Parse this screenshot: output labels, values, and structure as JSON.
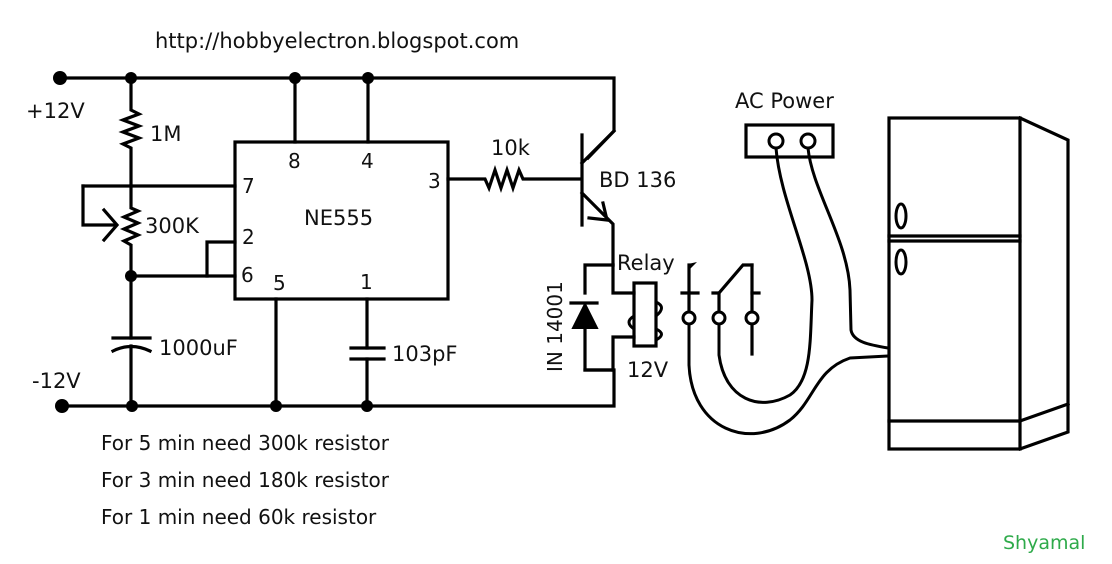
{
  "header": {
    "url": "http://hobbyelectron.blogspot.com"
  },
  "rails": {
    "positive": "+12V",
    "negative": "-12V"
  },
  "components": {
    "r1": "1M",
    "pot": "300K",
    "c1": "1000uF",
    "c2": "103pF",
    "rbase": "10k",
    "transistor": "BD 136",
    "diode": "IN 14001",
    "relay": "Relay",
    "relay_voltage": "12V",
    "ic": {
      "name": "NE555",
      "pins": {
        "p8": "8",
        "p4": "4",
        "p3": "3",
        "p7": "7",
        "p2": "2",
        "p6": "6",
        "p5": "5",
        "p1": "1"
      }
    },
    "ac_power": "AC Power"
  },
  "notes": [
    "For 5 min need 300k resistor",
    "For 3 min need 180k resistor",
    "For 1 min need 60k resistor"
  ],
  "signature": {
    "text": "Shyamal",
    "color": "#2eaa4a"
  }
}
